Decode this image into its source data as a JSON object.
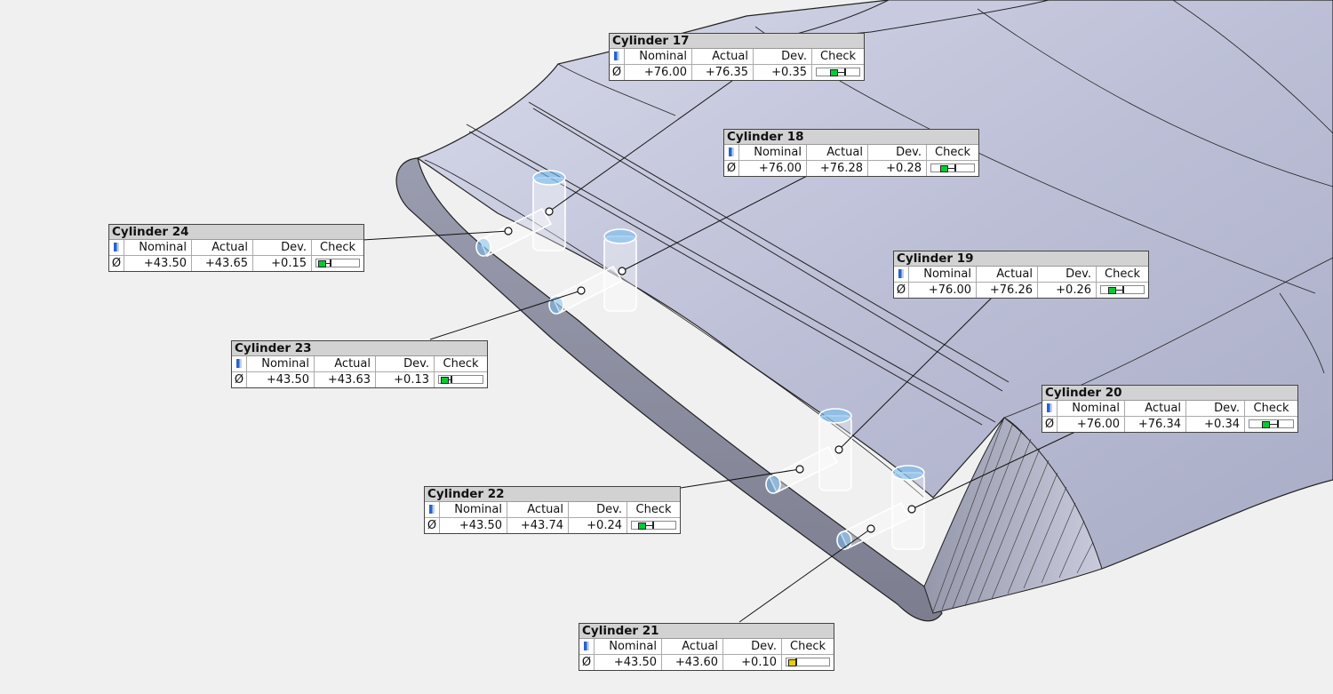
{
  "colors": {
    "background": "#f0f0f0",
    "part_top": "#c0c3d8",
    "part_side": "#8d8fa0",
    "ok_green": "#00cc33",
    "warn_yellow": "#e6d000",
    "nominal_marker": "#2a63c9"
  },
  "columns": {
    "icon": "nominal-marker-icon",
    "nominal": "Nominal",
    "actual": "Actual",
    "dev": "Dev.",
    "check": "Check"
  },
  "cylinders": [
    {
      "title": "Cylinder 17",
      "symbol": "Ø",
      "nominal": "+76.00",
      "actual": "+76.35",
      "dev": "+0.35",
      "status": "green",
      "deviation_fraction": 0.7
    },
    {
      "title": "Cylinder 18",
      "symbol": "Ø",
      "nominal": "+76.00",
      "actual": "+76.28",
      "dev": "+0.28",
      "status": "green",
      "deviation_fraction": 0.56
    },
    {
      "title": "Cylinder 19",
      "symbol": "Ø",
      "nominal": "+76.00",
      "actual": "+76.26",
      "dev": "+0.26",
      "status": "green",
      "deviation_fraction": 0.52
    },
    {
      "title": "Cylinder 20",
      "symbol": "Ø",
      "nominal": "+76.00",
      "actual": "+76.34",
      "dev": "+0.34",
      "status": "green",
      "deviation_fraction": 0.68
    },
    {
      "title": "Cylinder 21",
      "symbol": "Ø",
      "nominal": "+43.50",
      "actual": "+43.60",
      "dev": "+0.10",
      "status": "yellow",
      "deviation_fraction": 0.2
    },
    {
      "title": "Cylinder 22",
      "symbol": "Ø",
      "nominal": "+43.50",
      "actual": "+43.74",
      "dev": "+0.24",
      "status": "green",
      "deviation_fraction": 0.48
    },
    {
      "title": "Cylinder 23",
      "symbol": "Ø",
      "nominal": "+43.50",
      "actual": "+43.63",
      "dev": "+0.13",
      "status": "green",
      "deviation_fraction": 0.26
    },
    {
      "title": "Cylinder 24",
      "symbol": "Ø",
      "nominal": "+43.50",
      "actual": "+43.65",
      "dev": "+0.15",
      "status": "green",
      "deviation_fraction": 0.3
    }
  ]
}
